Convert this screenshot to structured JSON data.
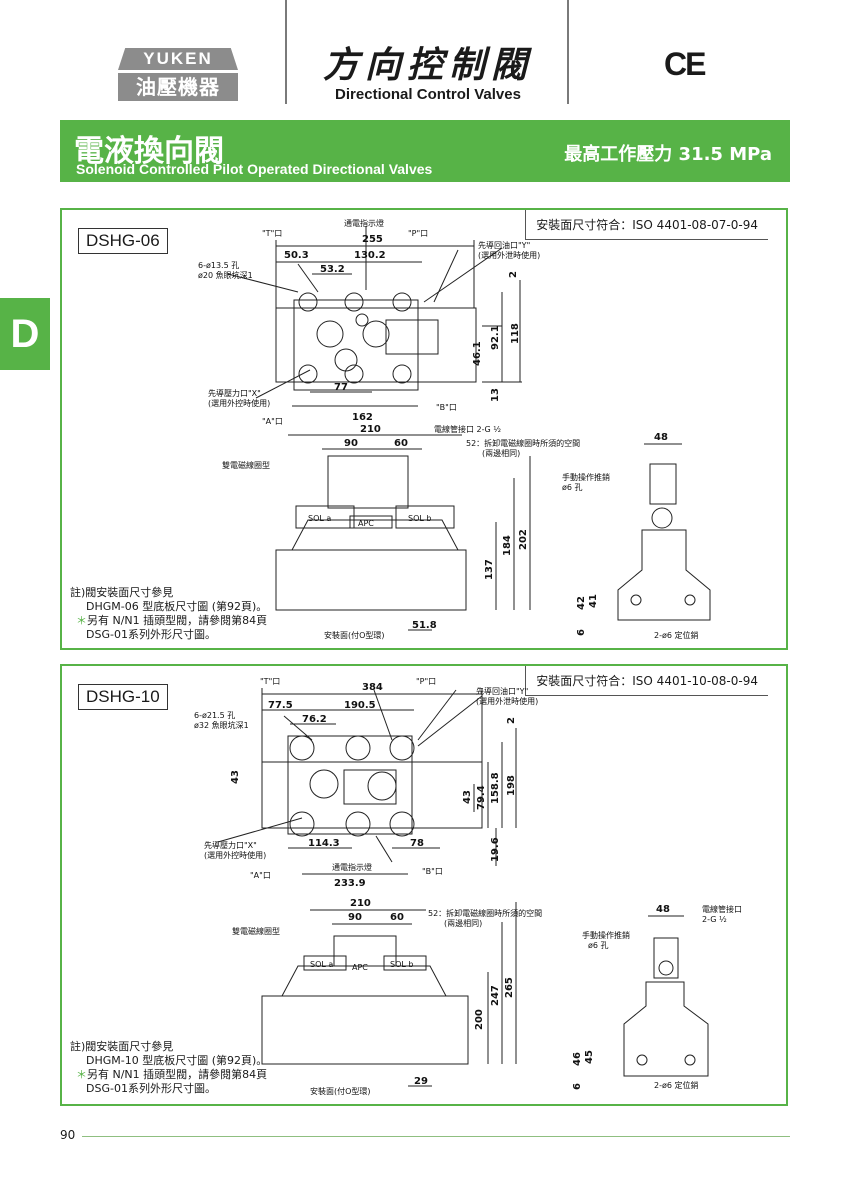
{
  "header": {
    "brand_top": "YUKEN",
    "brand_bottom": "油壓機器",
    "title_zh": "方向控制閥",
    "title_en": "Directional Control Valves",
    "cert": "CE"
  },
  "section": {
    "letter": "D",
    "title_zh": "電液換向閥",
    "title_en": "Solenoid Controlled Pilot Operated Directional Valves",
    "max_pressure": "最高工作壓力  31.5 MPa"
  },
  "models": [
    {
      "name": "DSHG-06",
      "iso": "安裝面尺寸符合：ISO 4401-08-07-0-94",
      "plan_dims": {
        "total_width": "255",
        "left": "50.3",
        "mid": "130.2",
        "inner": "53.2",
        "bottom_a": "77",
        "bottom_b": "162",
        "right_top": "2",
        "right_a": "46.1",
        "right_b": "92.1",
        "right_c": "118",
        "right_d": "13"
      },
      "plan_labels": {
        "t_port": "\"T\"口",
        "p_port": "\"P\"口",
        "a_port": "\"A\"口",
        "b_port": "\"B\"口",
        "indicator": "通電指示燈",
        "holes_a": "6-ø13.5 孔",
        "holes_b": "ø20 魚眼坑深1",
        "drain_a": "先導回油口\"Y\"",
        "drain_b": "(選用外泄時使用)",
        "pilot_a": "先導壓力口\"X\"",
        "pilot_b": "(選用外控時使用)"
      },
      "front_dims": {
        "w1": "210",
        "w2": "90",
        "w3": "60",
        "h1": "137",
        "h2": "184",
        "h3": "202",
        "b1": "51.8"
      },
      "front_labels": {
        "conduit": "電線管接口 2-G ½",
        "clearance_a": "52：拆卸電磁線圈時所須的空間",
        "clearance_b": "(兩邊相同)",
        "coil_type": "雙電磁線圈型",
        "sola": "SOL a",
        "solb": "SOL b",
        "brand": "APC",
        "mount_face": "安裝面(付O型環)"
      },
      "side_dims": {
        "w": "48",
        "h1": "42",
        "h2": "41",
        "h3": "6"
      },
      "side_labels": {
        "manual_a": "手動操作推銷",
        "manual_b": "ø6 孔",
        "pins": "2-ø6 定位銷"
      },
      "notes": [
        "註)閥安裝面尺寸參見",
        "DHGM-06 型底板尺寸圖 (第92頁)。",
        "另有 N/N1 插頭型閥，請參閱第84頁",
        "DSG-01系列外形尺寸圖。"
      ]
    },
    {
      "name": "DSHG-10",
      "iso": "安裝面尺寸符合：ISO 4401-10-08-0-94",
      "plan_dims": {
        "total_width": "384",
        "left": "77.5",
        "mid": "190.5",
        "inner": "76.2",
        "bottom_a": "114.3",
        "bottom_b": "233.9",
        "bottom_c": "78",
        "left_h": "43",
        "right_top": "2",
        "right_a": "43",
        "right_b": "79.4",
        "right_c": "158.8",
        "right_d": "198",
        "right_e": "19.6"
      },
      "plan_labels": {
        "t_port": "\"T\"口",
        "p_port": "\"P\"口",
        "a_port": "\"A\"口",
        "b_port": "\"B\"口",
        "indicator": "通電指示燈",
        "holes_a": "6-ø21.5 孔",
        "holes_b": "ø32 魚眼坑深1",
        "drain_a": "先導回油口\"Y\"",
        "drain_b": "(選用外泄時使用)",
        "pilot_a": "先導壓力口\"X\"",
        "pilot_b": "(選用外控時使用)"
      },
      "front_dims": {
        "w1": "210",
        "w2": "90",
        "w3": "60",
        "h1": "200",
        "h2": "247",
        "h3": "265",
        "b1": "29"
      },
      "front_labels": {
        "clearance_a": "52：拆卸電磁線圈時所須的空間",
        "clearance_b": "(兩邊相同)",
        "coil_type": "雙電磁線圈型",
        "sola": "SOL a",
        "solb": "SOL b",
        "brand": "APC",
        "mount_face": "安裝面(付O型環)"
      },
      "side_dims": {
        "w": "48",
        "h1": "46",
        "h2": "45",
        "h3": "6"
      },
      "side_labels": {
        "conduit_a": "電線管接口",
        "conduit_b": "2-G ½",
        "manual_a": "手動操作推銷",
        "manual_b": "ø6 孔",
        "pins": "2-ø6 定位銷"
      },
      "notes": [
        "註)閥安裝面尺寸參見",
        "DHGM-10 型底板尺寸圖 (第92頁)。",
        "另有 N/N1 插頭型閥，請參閱第84頁",
        "DSG-01系列外形尺寸圖。"
      ]
    }
  ],
  "footer": {
    "page": "90"
  }
}
